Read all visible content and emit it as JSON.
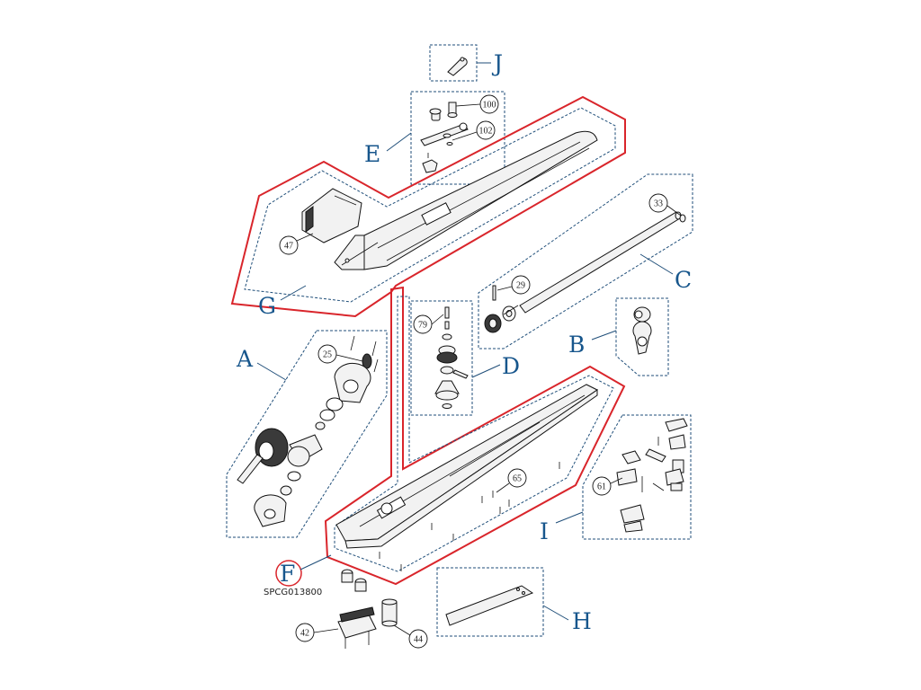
{
  "groups": {
    "A": "A",
    "B": "B",
    "C": "C",
    "D": "D",
    "E": "E",
    "F": "F",
    "G": "G",
    "H": "H",
    "I": "I",
    "J": "J"
  },
  "callouts": {
    "c25": "25",
    "c29": "29",
    "c33": "33",
    "c42": "42",
    "c44": "44",
    "c47": "47",
    "c61": "61",
    "c65": "65",
    "c79": "79",
    "c100": "100",
    "c102": "102"
  },
  "drawing_code": "SPCG013800",
  "colors": {
    "group_outline": "#1f4e79",
    "highlight_outline": "#d9252b",
    "group_letter": "#17568c"
  }
}
